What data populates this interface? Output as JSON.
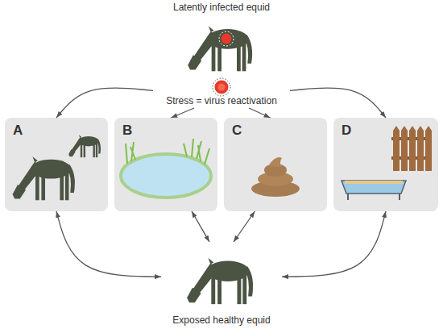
{
  "diagram": {
    "nodes": [
      {
        "text": [
          "Latently infected equid"
        ]
      },
      {
        "text": [
          "Stress = virus reactivation"
        ]
      },
      {
        "text": [
          "A"
        ]
      },
      {
        "text": [
          "B"
        ]
      },
      {
        "text": [
          "C"
        ]
      },
      {
        "text": [
          "D"
        ]
      },
      {
        "text": [
          "Exposed healthy equid"
        ]
      }
    ],
    "edges": [
      {
        "from": 1,
        "to": 2,
        "arrow": "to"
      },
      {
        "from": 1,
        "to": 3,
        "arrow": "to"
      },
      {
        "from": 1,
        "to": 4,
        "arrow": "to"
      },
      {
        "from": 1,
        "to": 5,
        "arrow": "to"
      },
      {
        "from": 2,
        "to": 6,
        "arrow": "both"
      },
      {
        "from": 3,
        "to": 6,
        "arrow": "both"
      },
      {
        "from": 4,
        "to": 6,
        "arrow": "both"
      },
      {
        "from": 5,
        "to": 6,
        "arrow": "both"
      }
    ]
  }
}
